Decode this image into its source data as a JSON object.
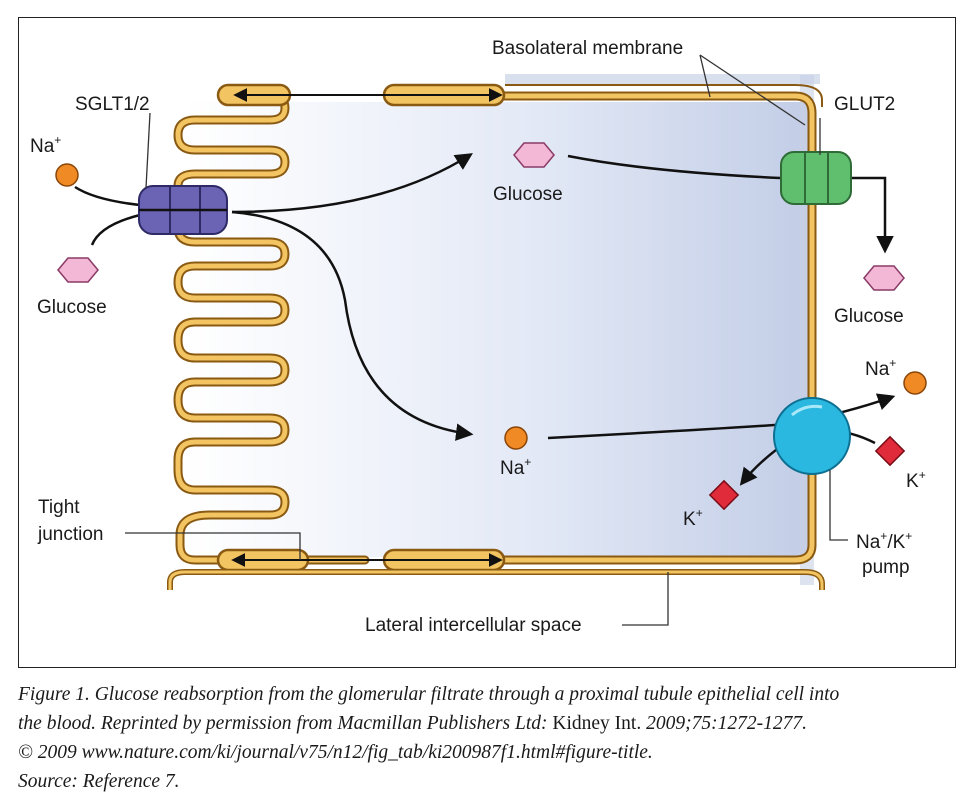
{
  "diagram": {
    "labels": {
      "basolateral_membrane": "Basolateral membrane",
      "sglt": "SGLT1/2",
      "glut2": "GLUT2",
      "na_left": "Na",
      "glucose_left": "Glucose",
      "glucose_center": "Glucose",
      "glucose_right": "Glucose",
      "na_right": "Na",
      "na_center": "Na",
      "k_right": "K",
      "k_left": "K",
      "plus": "+",
      "tight_junction_1": "Tight",
      "tight_junction_2": "junction",
      "pump_1": "Na",
      "pump_2": "/K",
      "pump_3": "pump",
      "lateral_space": "Lateral intercellular space"
    },
    "colors": {
      "membrane_outline": "#8a5a12",
      "membrane_fill": "#f2c462",
      "cell_interior": "#dfe6f5",
      "sglt": "#6b63b3",
      "glut2": "#5fbf6f",
      "pump": "#2ab8e0",
      "sodium": "#f08a24",
      "glucose": "#f2b8d6",
      "potassium": "#e02b3a"
    }
  },
  "caption": {
    "line1": "Figure 1. Glucose reabsorption from the glomerular filtrate through a proximal tubule epithelial cell into",
    "line2_italic": "the blood. Reprinted by permission from Macmillan Publishers Ltd:",
    "line2_journal": "Kidney Int.",
    "line2_cite": "2009;75:1272-1277.",
    "line3": "© 2009 www.nature.com/ki/journal/v75/n12/fig_tab/ki200987f1.html#figure-title.",
    "line4": "Source: Reference 7."
  }
}
